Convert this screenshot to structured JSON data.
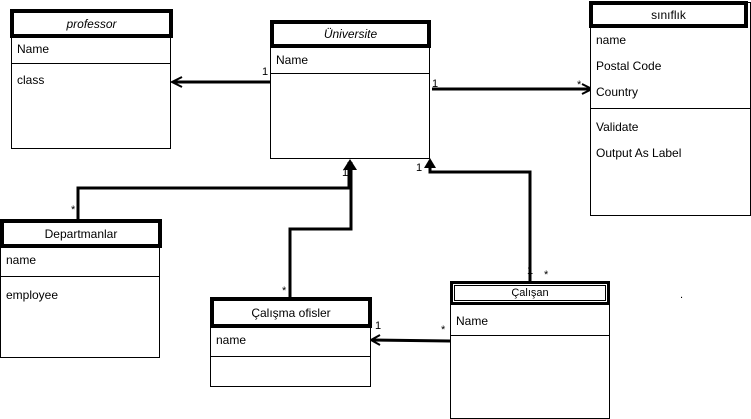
{
  "classes": {
    "professor": {
      "name": "professor",
      "attributes": [
        "Name"
      ],
      "methods": [
        "class"
      ]
    },
    "universite": {
      "name": "Üniversite",
      "attributes": [
        "Name"
      ],
      "methods": []
    },
    "sinif": {
      "name": "sınıflık",
      "attributes": [
        "name",
        "Postal Code",
        "Country"
      ],
      "methods": [
        "Validate",
        "Output As Label"
      ]
    },
    "departmanlar": {
      "name": "Departmanlar",
      "attributes": [
        "name"
      ],
      "methods": [
        "employee"
      ]
    },
    "calisma": {
      "name": "Çalışma ofisler",
      "attributes": [
        "name"
      ],
      "methods": []
    },
    "calisan": {
      "name": "Çalışan",
      "attributes": [
        "Name"
      ],
      "methods": []
    }
  },
  "multiplicities": {
    "uni_prof": "1",
    "uni_sinif_src": "1",
    "uni_sinif_dst": "*",
    "dep_end": "*",
    "uni_bottom": "1",
    "uni_right": "1",
    "calisma_end": "*",
    "calisan_top_1": "1",
    "calisan_top_star": "*",
    "calisan_left": "*",
    "calisma_right": "1"
  },
  "stray_dot": "."
}
